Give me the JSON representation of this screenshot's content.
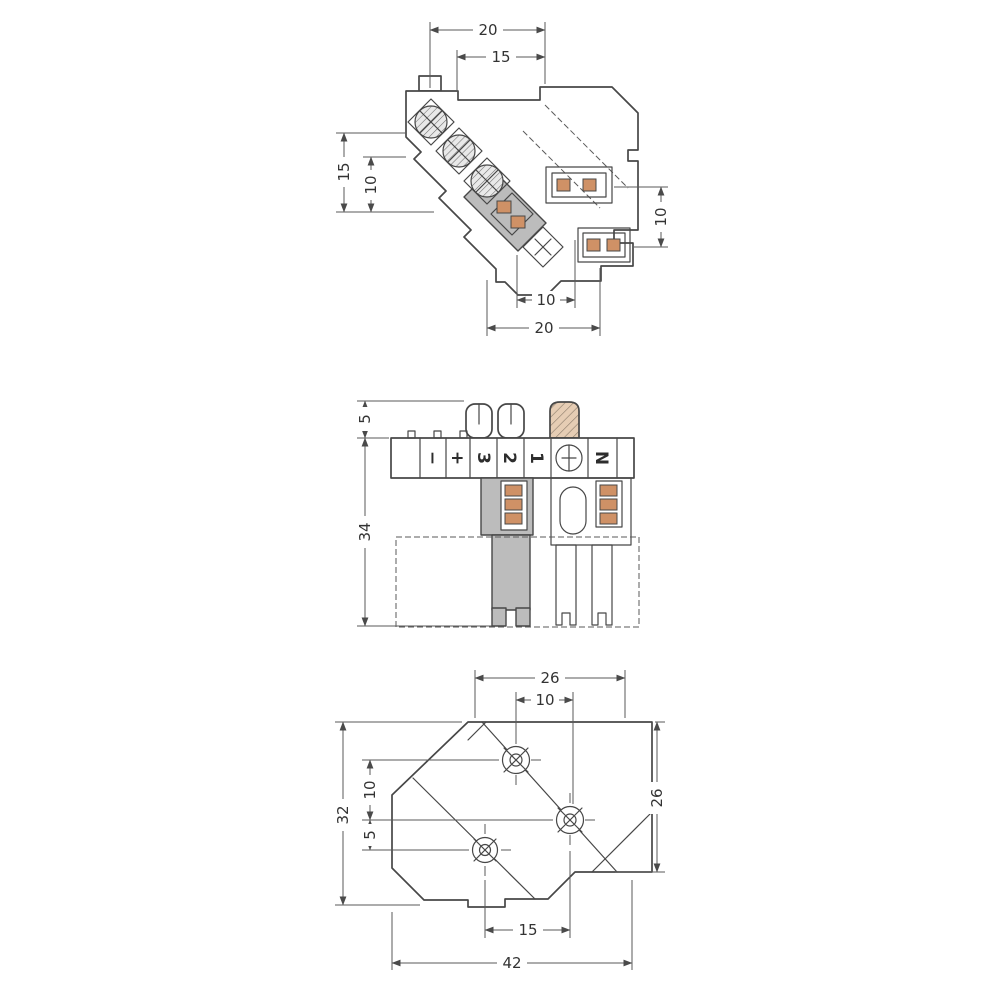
{
  "drawing": {
    "top_view": {
      "dim_20_top": "20",
      "dim_15_top": "15",
      "dim_15_left": "15",
      "dim_10_left": "10",
      "dim_10_right": "10",
      "dim_10_bottom": "10",
      "dim_20_bottom": "20"
    },
    "front_view": {
      "dim_5_left": "5",
      "dim_34_left": "34",
      "terminal_labels": [
        "−",
        "+",
        "3",
        "2",
        "1",
        "N"
      ]
    },
    "bottom_view": {
      "dim_26_top": "26",
      "dim_10_top": "10",
      "dim_32_left": "32",
      "dim_10_left": "10",
      "dim_5_left": "5",
      "dim_26_right": "26",
      "dim_15_bottom": "15",
      "dim_42_bottom": "42"
    },
    "colors": {
      "line": "#474747",
      "contact_orange": "#cf9166",
      "part_gray": "#bcbcbc",
      "background": "#ffffff"
    }
  }
}
